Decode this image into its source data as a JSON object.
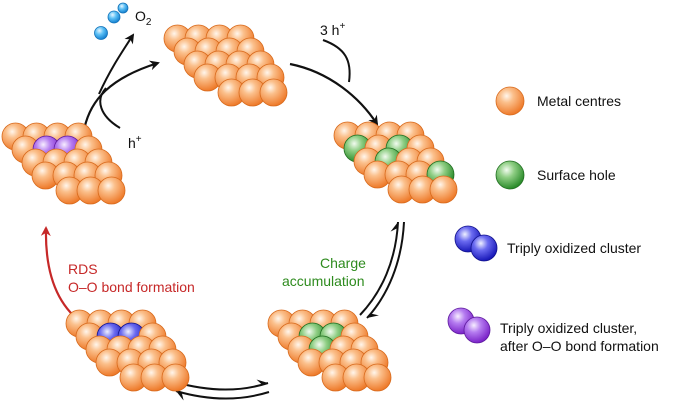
{
  "labels": {
    "o2": "O",
    "o2_sub": "2",
    "three_h": "3 h",
    "three_h_sup": "+",
    "h": "h",
    "h_sup": "+",
    "rds": "RDS",
    "oo_bond": "O–O bond formation",
    "charge": "Charge",
    "accumulation": "accumulation"
  },
  "legend": [
    {
      "label": "Metal centres",
      "kind": "single",
      "color": "orange"
    },
    {
      "label": "Surface hole",
      "kind": "single",
      "color": "green"
    },
    {
      "label": "Triply oxidized cluster",
      "kind": "pair",
      "color": "blue"
    },
    {
      "label": "Triply oxidized cluster,",
      "label2": "after O–O bond formation",
      "kind": "pair",
      "color": "purple"
    }
  ],
  "colors": {
    "orange": "#f28a3c",
    "green": "#2a8b2a",
    "blue": "#2424c8",
    "purple": "#8a2ed6",
    "o2_bubble": "#1a95e0",
    "red_arrow": "#c62828",
    "black_arrow": "#111111"
  },
  "clusters": [
    {
      "name": "top-cluster",
      "highlights": {}
    },
    {
      "name": "right-cluster",
      "highlights": {
        "4": "green",
        "6": "green",
        "9": "green",
        "15": "green"
      }
    },
    {
      "name": "bottom-right-cluster",
      "highlights": {
        "5": "green",
        "6": "green",
        "9": "green"
      }
    },
    {
      "name": "bottom-left-cluster",
      "highlights": {
        "5": "blue",
        "6": "blue"
      }
    },
    {
      "name": "left-cluster",
      "highlights": {
        "5": "purple",
        "6": "purple"
      }
    }
  ]
}
